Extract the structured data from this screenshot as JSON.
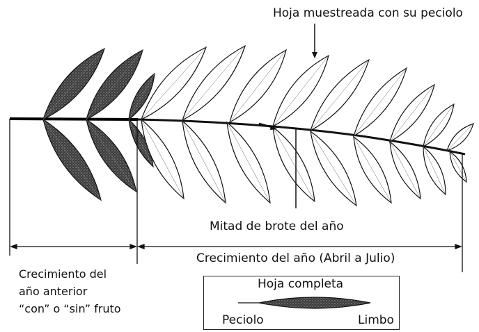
{
  "labels": {
    "sampled_leaf": "Hoja muestreada con su peciolo",
    "mid_shoot": "Mitad de brote del año",
    "previous_growth": [
      "Crecimiento del",
      "año anterior",
      "“con” o “sin” fruto"
    ],
    "current_growth": "Crecimiento del año (Abril a Julio)"
  },
  "legend": {
    "title": "Hoja completa",
    "petiole": "Peciolo",
    "blade": "Limbo"
  },
  "colors": {
    "ink": "#111111",
    "old_leaf_fill": "#3a3a3a",
    "new_leaf_fill": "#ffffff"
  }
}
